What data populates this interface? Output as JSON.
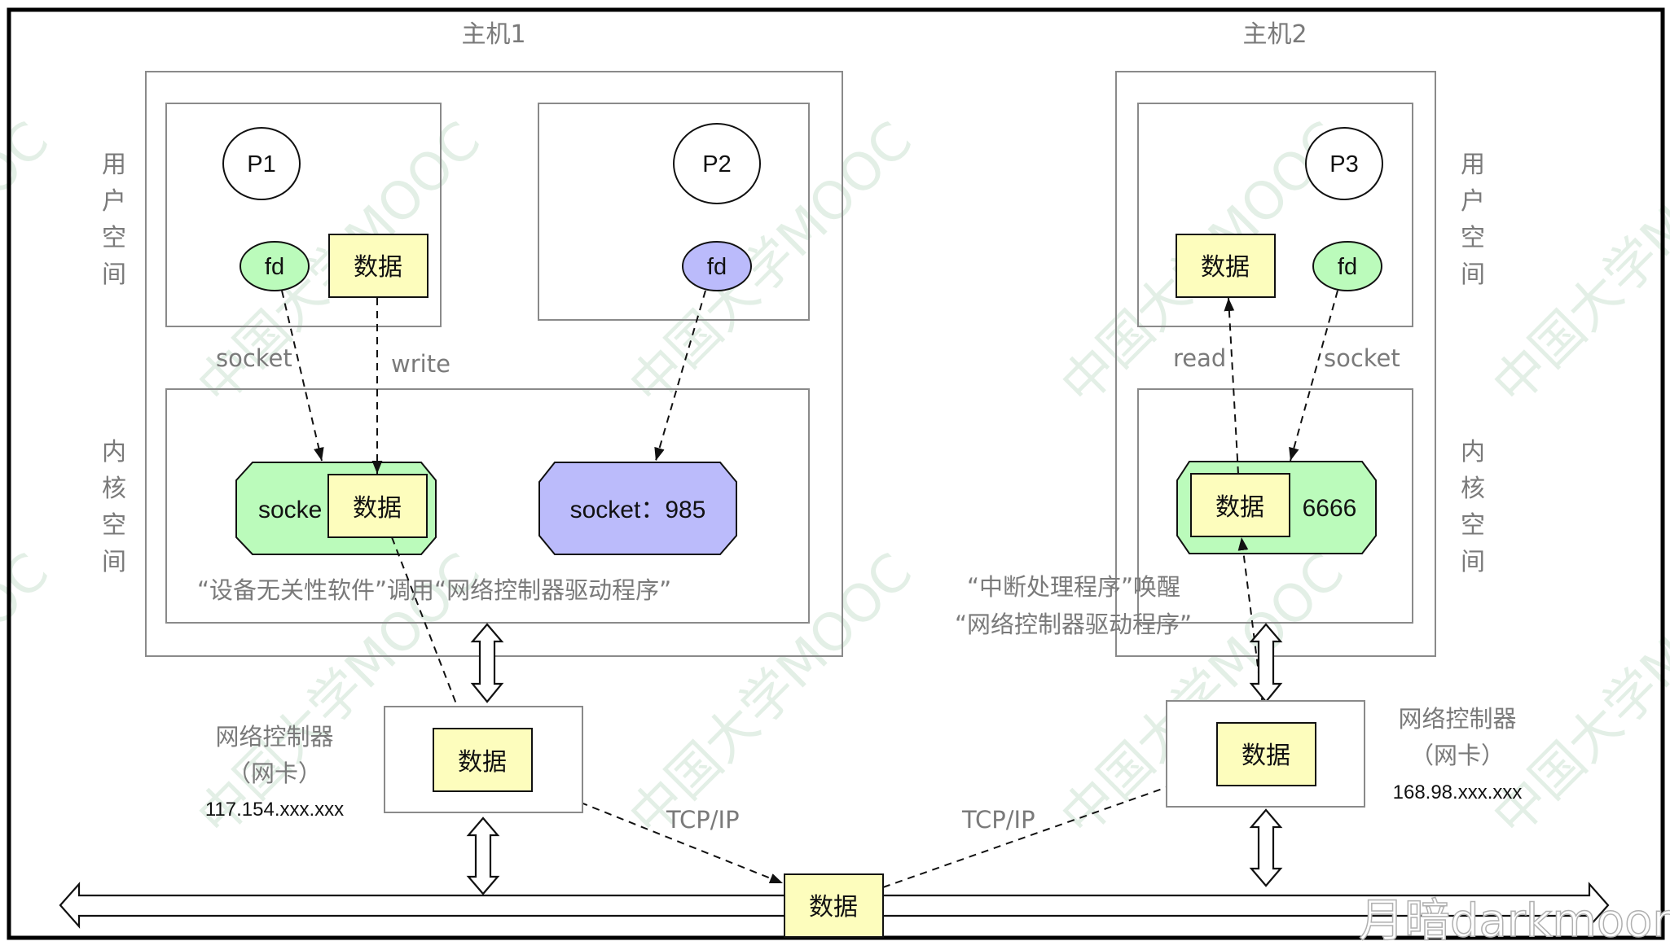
{
  "hosts": [
    {
      "title": "主机1"
    },
    {
      "title": "主机2"
    }
  ],
  "space_labels": {
    "user": [
      "用",
      "户",
      "空",
      "间"
    ],
    "kernel": [
      "内",
      "核",
      "空",
      "间"
    ]
  },
  "processes": {
    "p1": "P1",
    "p2": "P2",
    "p3": "P3"
  },
  "fd_label": "fd",
  "data_label": "数据",
  "sockets": {
    "host1_green_visible": "socke",
    "host1_blue": "socket：985",
    "host2_green_port": "6666"
  },
  "edge_labels": {
    "socket": "socket",
    "write": "write",
    "read": "read",
    "tcpip": "TCP/IP"
  },
  "captions": {
    "host1_kernel": "“设备无关性软件”调用“网络控制器驱动程序”",
    "host2_kernel_line1": "“中断处理程序”唤醒",
    "host2_kernel_line2": "“网络控制器驱动程序”"
  },
  "nics": [
    {
      "name": "网络控制器",
      "sub": "（网卡）",
      "ip": "117.154.xxx.xxx"
    },
    {
      "name": "网络控制器",
      "sub": "（网卡）",
      "ip": "168.98.xxx.xxx"
    }
  ],
  "watermarks": {
    "mooc": "中国大学MOOC",
    "author": "月暗darkmoon"
  },
  "colors": {
    "green_fill": "#bbfbbb",
    "blue_fill": "#bbbbfb",
    "yellow_fill": "#fdfdbd",
    "gray_text": "#7a7a7a"
  }
}
